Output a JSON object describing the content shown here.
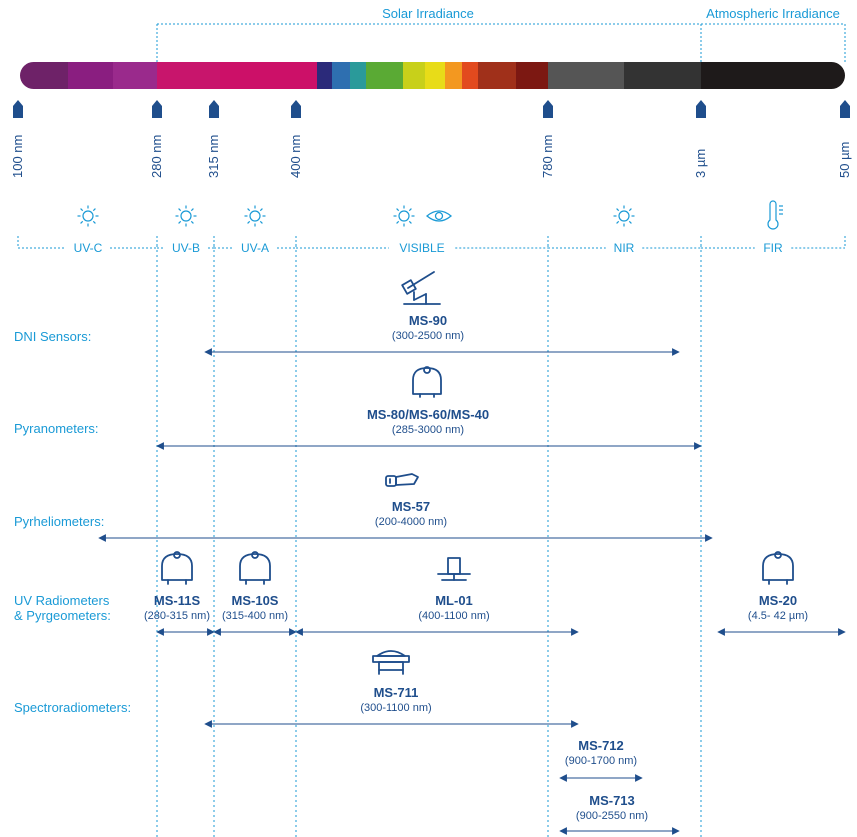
{
  "bands_header": {
    "solar": "Solar Irradiance",
    "atmospheric": "Atmospheric Irradiance"
  },
  "spectrum_colors": [
    "#6e2268",
    "#8a1e80",
    "#9a2a8c",
    "#c8156c",
    "#cc1068",
    "#2b2a7a",
    "#2e6fb0",
    "#2a9a9a",
    "#5aaa34",
    "#c8d01a",
    "#e8dc18",
    "#f39820",
    "#e24a1e",
    "#a0301a",
    "#7c1812",
    "#555555",
    "#333333",
    "#1e1a1a"
  ],
  "wavelength_markers": [
    "100 nm",
    "280 nm",
    "315 nm",
    "400 nm",
    "780 nm",
    "3 µm",
    "50 µm"
  ],
  "regions": [
    {
      "label": "UV-C",
      "icon": "sun-icon"
    },
    {
      "label": "UV-B",
      "icon": "sun-icon"
    },
    {
      "label": "UV-A",
      "icon": "sun-icon"
    },
    {
      "label": "VISIBLE",
      "icon": "sun-eye-icon"
    },
    {
      "label": "NIR",
      "icon": "sun-icon"
    },
    {
      "label": "FIR",
      "icon": "thermometer-icon"
    }
  ],
  "categories": {
    "dni": "DNI Sensors:",
    "pyranometers": "Pyranometers:",
    "pyrheliometers": "Pyrheliometers:",
    "uv_line1": "UV Radiometers",
    "uv_line2": "& Pyrgeometers:",
    "spectro": "Spectroradiometers:"
  },
  "instruments": [
    {
      "name": "MS-90",
      "range": "(300-2500 nm)",
      "icon": "dni-tracker-icon"
    },
    {
      "name": "MS-80/MS-60/MS-40",
      "range": "(285-3000 nm)",
      "icon": "pyranometer-icon"
    },
    {
      "name": "MS-57",
      "range": "(200-4000 nm)",
      "icon": "pyrheliometer-icon"
    },
    {
      "name": "MS-11S",
      "range": "(280-315 nm)",
      "icon": "uv-radiometer-icon"
    },
    {
      "name": "MS-10S",
      "range": "(315-400 nm)",
      "icon": "uv-radiometer-icon"
    },
    {
      "name": "ML-01",
      "range": "(400-1100 nm)",
      "icon": "ml01-sensor-icon"
    },
    {
      "name": "MS-20",
      "range": "(4.5- 42 µm)",
      "icon": "pyrgeometer-icon"
    },
    {
      "name": "MS-711",
      "range": "(300-1100 nm)",
      "icon": "spectroradiometer-icon"
    },
    {
      "name": "MS-712",
      "range": "(900-1700 nm)",
      "icon": ""
    },
    {
      "name": "MS-713",
      "range": "(900-2550 nm)",
      "icon": ""
    }
  ],
  "colors": {
    "accent": "#1a9ad6",
    "dark": "#1f4e8c"
  }
}
